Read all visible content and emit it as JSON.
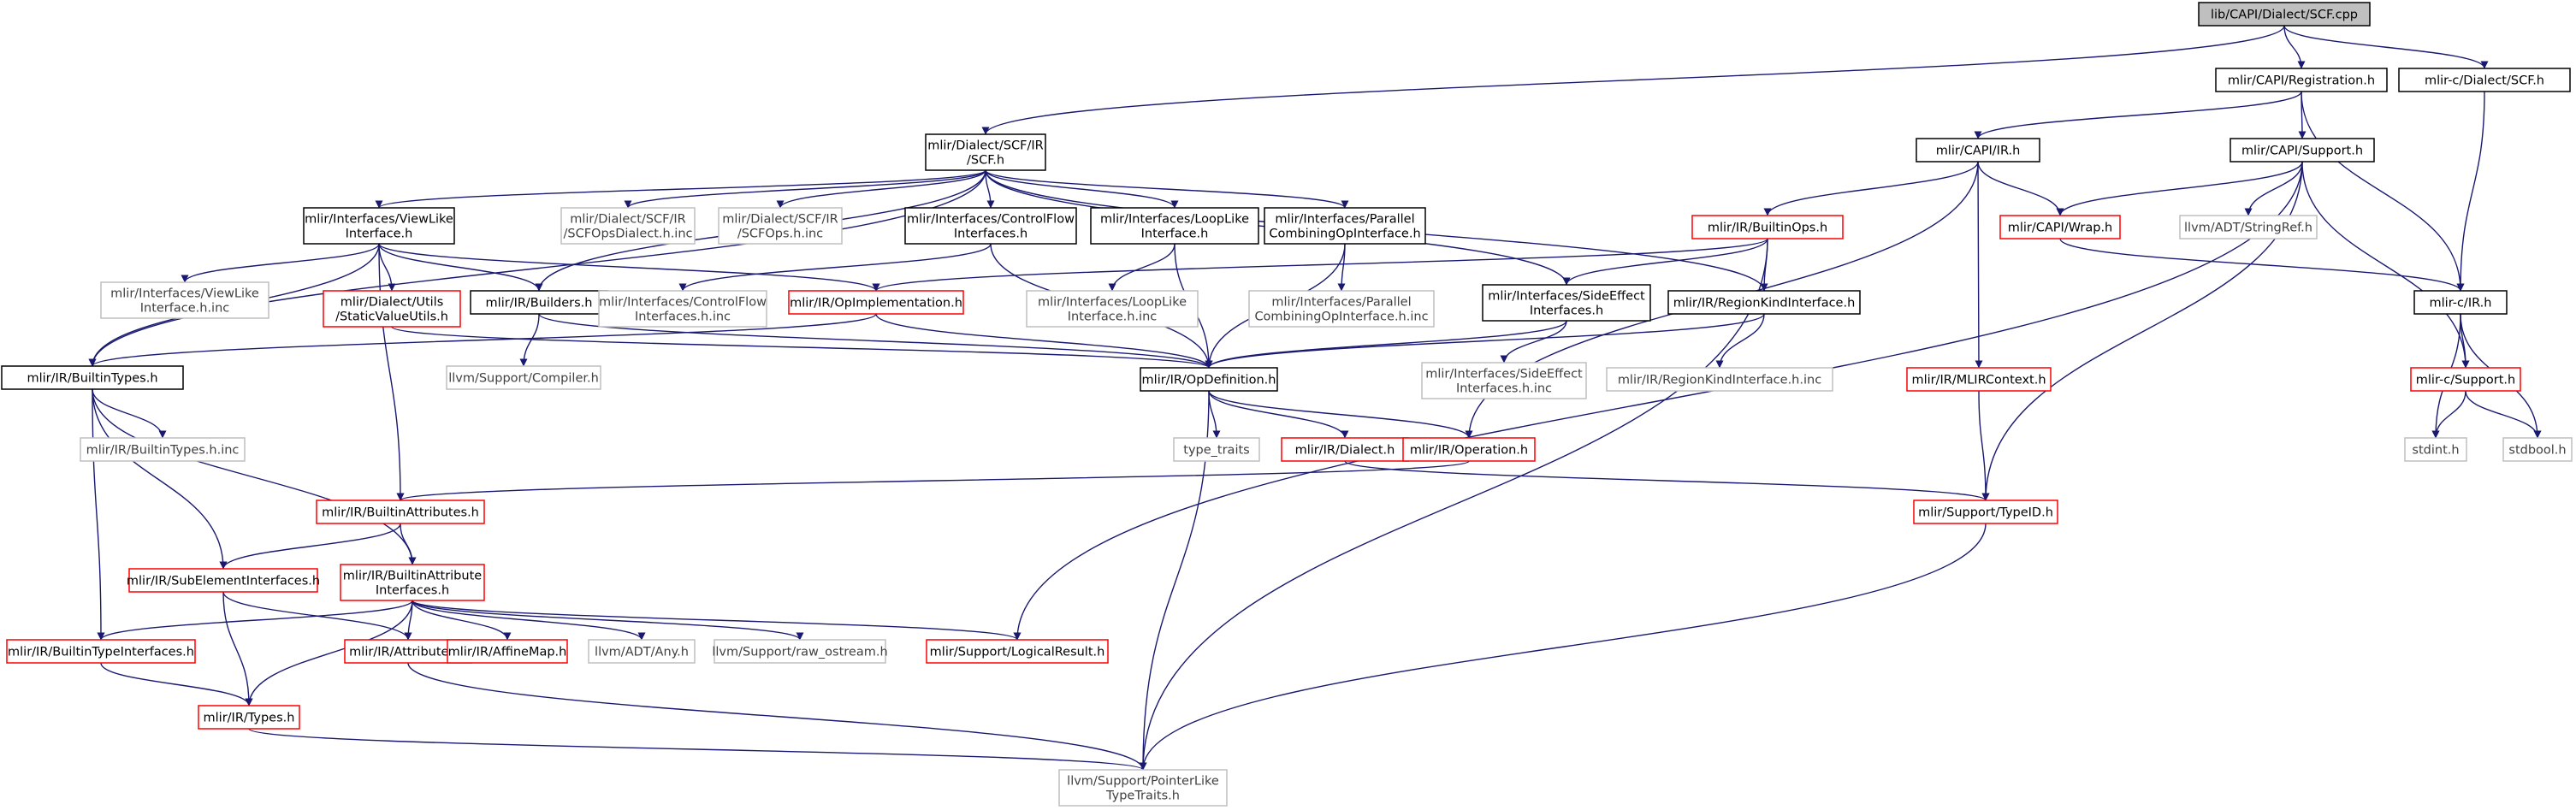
{
  "graph": {
    "colors": {
      "edge": "#191970",
      "root_fill": "#bfbfbf",
      "border_black": "#000000",
      "border_red": "#ff0000",
      "border_gray": "#bfbfbf",
      "text_black": "#000000",
      "text_gray": "#404040"
    },
    "nodes": [
      {
        "id": "root",
        "lines": [
          "lib/CAPI/Dialect/SCF.cpp"
        ],
        "style": "root"
      },
      {
        "id": "registration",
        "lines": [
          "mlir/CAPI/Registration.h"
        ],
        "style": "black"
      },
      {
        "id": "c_dialect_scf",
        "lines": [
          "mlir-c/Dialect/SCF.h"
        ],
        "style": "black"
      },
      {
        "id": "scf_h",
        "lines": [
          "mlir/Dialect/SCF/IR",
          "/SCF.h"
        ],
        "style": "black"
      },
      {
        "id": "capi_ir",
        "lines": [
          "mlir/CAPI/IR.h"
        ],
        "style": "black"
      },
      {
        "id": "capi_support",
        "lines": [
          "mlir/CAPI/Support.h"
        ],
        "style": "black"
      },
      {
        "id": "viewlike",
        "lines": [
          "mlir/Interfaces/ViewLike",
          "Interface.h"
        ],
        "style": "black"
      },
      {
        "id": "scfopsdialect_inc",
        "lines": [
          "mlir/Dialect/SCF/IR",
          "/SCFOpsDialect.h.inc"
        ],
        "style": "gray"
      },
      {
        "id": "scfops_inc",
        "lines": [
          "mlir/Dialect/SCF/IR",
          "/SCFOps.h.inc"
        ],
        "style": "gray"
      },
      {
        "id": "controlflow",
        "lines": [
          "mlir/Interfaces/ControlFlow",
          "Interfaces.h"
        ],
        "style": "black"
      },
      {
        "id": "looplike",
        "lines": [
          "mlir/Interfaces/LoopLike",
          "Interface.h"
        ],
        "style": "black"
      },
      {
        "id": "parallel",
        "lines": [
          "mlir/Interfaces/Parallel",
          "CombiningOpInterface.h"
        ],
        "style": "black"
      },
      {
        "id": "builtinops",
        "lines": [
          "mlir/IR/BuiltinOps.h"
        ],
        "style": "red"
      },
      {
        "id": "capi_wrap",
        "lines": [
          "mlir/CAPI/Wrap.h"
        ],
        "style": "red"
      },
      {
        "id": "stringref",
        "lines": [
          "llvm/ADT/StringRef.h"
        ],
        "style": "gray"
      },
      {
        "id": "c_ir",
        "lines": [
          "mlir-c/IR.h"
        ],
        "style": "black"
      },
      {
        "id": "viewlike_inc",
        "lines": [
          "mlir/Interfaces/ViewLike",
          "Interface.h.inc"
        ],
        "style": "gray"
      },
      {
        "id": "staticvalue",
        "lines": [
          "mlir/Dialect/Utils",
          "/StaticValueUtils.h"
        ],
        "style": "red"
      },
      {
        "id": "builders",
        "lines": [
          "mlir/IR/Builders.h"
        ],
        "style": "black"
      },
      {
        "id": "controlflow_inc",
        "lines": [
          "mlir/Interfaces/ControlFlow",
          "Interfaces.h.inc"
        ],
        "style": "gray"
      },
      {
        "id": "opimpl",
        "lines": [
          "mlir/IR/OpImplementation.h"
        ],
        "style": "red"
      },
      {
        "id": "looplike_inc",
        "lines": [
          "mlir/Interfaces/LoopLike",
          "Interface.h.inc"
        ],
        "style": "gray"
      },
      {
        "id": "parallel_inc",
        "lines": [
          "mlir/Interfaces/Parallel",
          "CombiningOpInterface.h.inc"
        ],
        "style": "gray"
      },
      {
        "id": "sideeffect",
        "lines": [
          "mlir/Interfaces/SideEffect",
          "Interfaces.h"
        ],
        "style": "black"
      },
      {
        "id": "regionkind",
        "lines": [
          "mlir/IR/RegionKindInterface.h"
        ],
        "style": "black"
      },
      {
        "id": "c_support",
        "lines": [
          "mlir-c/Support.h"
        ],
        "style": "red"
      },
      {
        "id": "builtintypes",
        "lines": [
          "mlir/IR/BuiltinTypes.h"
        ],
        "style": "black"
      },
      {
        "id": "compiler",
        "lines": [
          "llvm/Support/Compiler.h"
        ],
        "style": "gray"
      },
      {
        "id": "opdef",
        "lines": [
          "mlir/IR/OpDefinition.h"
        ],
        "style": "black"
      },
      {
        "id": "sideeffect_inc",
        "lines": [
          "mlir/Interfaces/SideEffect",
          "Interfaces.h.inc"
        ],
        "style": "gray"
      },
      {
        "id": "regionkind_inc",
        "lines": [
          "mlir/IR/RegionKindInterface.h.inc"
        ],
        "style": "gray"
      },
      {
        "id": "mlircontext",
        "lines": [
          "mlir/IR/MLIRContext.h"
        ],
        "style": "red"
      },
      {
        "id": "stdint",
        "lines": [
          "stdint.h"
        ],
        "style": "gray"
      },
      {
        "id": "stdbool",
        "lines": [
          "stdbool.h"
        ],
        "style": "gray"
      },
      {
        "id": "builtintypes_inc",
        "lines": [
          "mlir/IR/BuiltinTypes.h.inc"
        ],
        "style": "gray"
      },
      {
        "id": "type_traits",
        "lines": [
          "type_traits"
        ],
        "style": "gray"
      },
      {
        "id": "dialect",
        "lines": [
          "mlir/IR/Dialect.h"
        ],
        "style": "red"
      },
      {
        "id": "operation",
        "lines": [
          "mlir/IR/Operation.h"
        ],
        "style": "red"
      },
      {
        "id": "builtinattrs",
        "lines": [
          "mlir/IR/BuiltinAttributes.h"
        ],
        "style": "red"
      },
      {
        "id": "typeid",
        "lines": [
          "mlir/Support/TypeID.h"
        ],
        "style": "red"
      },
      {
        "id": "subelement",
        "lines": [
          "mlir/IR/SubElementInterfaces.h"
        ],
        "style": "red"
      },
      {
        "id": "builtinattr_ifaces",
        "lines": [
          "mlir/IR/BuiltinAttribute",
          "Interfaces.h"
        ],
        "style": "red"
      },
      {
        "id": "builtintype_ifaces",
        "lines": [
          "mlir/IR/BuiltinTypeInterfaces.h"
        ],
        "style": "red"
      },
      {
        "id": "attributes",
        "lines": [
          "mlir/IR/Attributes.h"
        ],
        "style": "red"
      },
      {
        "id": "affinemap",
        "lines": [
          "mlir/IR/AffineMap.h"
        ],
        "style": "red"
      },
      {
        "id": "any",
        "lines": [
          "llvm/ADT/Any.h"
        ],
        "style": "gray"
      },
      {
        "id": "raw_ostream",
        "lines": [
          "llvm/Support/raw_ostream.h"
        ],
        "style": "gray"
      },
      {
        "id": "logicalresult",
        "lines": [
          "mlir/Support/LogicalResult.h"
        ],
        "style": "red"
      },
      {
        "id": "types",
        "lines": [
          "mlir/IR/Types.h"
        ],
        "style": "red"
      },
      {
        "id": "pointerlike",
        "lines": [
          "llvm/Support/PointerLike",
          "TypeTraits.h"
        ],
        "style": "gray"
      }
    ],
    "edges": [
      [
        "root",
        "registration"
      ],
      [
        "root",
        "c_dialect_scf"
      ],
      [
        "root",
        "scf_h"
      ],
      [
        "registration",
        "capi_ir"
      ],
      [
        "registration",
        "capi_support"
      ],
      [
        "registration",
        "c_ir"
      ],
      [
        "c_dialect_scf",
        "c_ir"
      ],
      [
        "scf_h",
        "viewlike"
      ],
      [
        "scf_h",
        "scfopsdialect_inc"
      ],
      [
        "scf_h",
        "scfops_inc"
      ],
      [
        "scf_h",
        "controlflow"
      ],
      [
        "scf_h",
        "looplike"
      ],
      [
        "scf_h",
        "parallel"
      ],
      [
        "scf_h",
        "builtintypes"
      ],
      [
        "scf_h",
        "builders"
      ],
      [
        "scf_h",
        "sideeffect"
      ],
      [
        "scf_h",
        "regionkind"
      ],
      [
        "capi_ir",
        "builtinops"
      ],
      [
        "capi_ir",
        "capi_wrap"
      ],
      [
        "capi_ir",
        "mlircontext"
      ],
      [
        "capi_ir",
        "operation"
      ],
      [
        "capi_support",
        "capi_wrap"
      ],
      [
        "capi_support",
        "stringref"
      ],
      [
        "capi_support",
        "c_support"
      ],
      [
        "capi_support",
        "typeid"
      ],
      [
        "capi_support",
        "logicalresult"
      ],
      [
        "viewlike",
        "viewlike_inc"
      ],
      [
        "viewlike",
        "staticvalue"
      ],
      [
        "viewlike",
        "builders"
      ],
      [
        "viewlike",
        "opimpl"
      ],
      [
        "viewlike",
        "builtintypes"
      ],
      [
        "viewlike",
        "builtinattrs"
      ],
      [
        "controlflow",
        "controlflow_inc"
      ],
      [
        "controlflow",
        "opdef"
      ],
      [
        "looplike",
        "looplike_inc"
      ],
      [
        "looplike",
        "opdef"
      ],
      [
        "parallel",
        "parallel_inc"
      ],
      [
        "parallel",
        "opdef"
      ],
      [
        "builtinops",
        "opimpl"
      ],
      [
        "builtinops",
        "sideeffect"
      ],
      [
        "builtinops",
        "regionkind"
      ],
      [
        "builtinops",
        "pointerlike"
      ],
      [
        "capi_wrap",
        "c_ir"
      ],
      [
        "c_ir",
        "c_support"
      ],
      [
        "c_ir",
        "stdint"
      ],
      [
        "c_ir",
        "stdbool"
      ],
      [
        "c_support",
        "stdint"
      ],
      [
        "c_support",
        "stdbool"
      ],
      [
        "staticvalue",
        "opdef"
      ],
      [
        "builders",
        "compiler"
      ],
      [
        "builders",
        "opdef"
      ],
      [
        "opimpl",
        "builtintypes"
      ],
      [
        "opimpl",
        "opdef"
      ],
      [
        "sideeffect",
        "sideeffect_inc"
      ],
      [
        "sideeffect",
        "opdef"
      ],
      [
        "regionkind",
        "regionkind_inc"
      ],
      [
        "regionkind",
        "opdef"
      ],
      [
        "builtintypes",
        "builtintypes_inc"
      ],
      [
        "builtintypes",
        "subelement"
      ],
      [
        "builtintypes",
        "builtinattr_ifaces"
      ],
      [
        "builtintypes",
        "builtintype_ifaces"
      ],
      [
        "opdef",
        "type_traits"
      ],
      [
        "opdef",
        "dialect"
      ],
      [
        "opdef",
        "operation"
      ],
      [
        "opdef",
        "pointerlike"
      ],
      [
        "mlircontext",
        "typeid"
      ],
      [
        "dialect",
        "typeid"
      ],
      [
        "operation",
        "builtinattrs"
      ],
      [
        "builtinattrs",
        "subelement"
      ],
      [
        "builtinattrs",
        "builtinattr_ifaces"
      ],
      [
        "subelement",
        "attributes"
      ],
      [
        "subelement",
        "types"
      ],
      [
        "builtinattr_ifaces",
        "builtintype_ifaces"
      ],
      [
        "builtinattr_ifaces",
        "attributes"
      ],
      [
        "builtinattr_ifaces",
        "affinemap"
      ],
      [
        "builtinattr_ifaces",
        "any"
      ],
      [
        "builtinattr_ifaces",
        "raw_ostream"
      ],
      [
        "builtinattr_ifaces",
        "logicalresult"
      ],
      [
        "builtinattr_ifaces",
        "types"
      ],
      [
        "builtintype_ifaces",
        "types"
      ],
      [
        "attributes",
        "pointerlike"
      ],
      [
        "types",
        "pointerlike"
      ],
      [
        "typeid",
        "pointerlike"
      ]
    ]
  }
}
